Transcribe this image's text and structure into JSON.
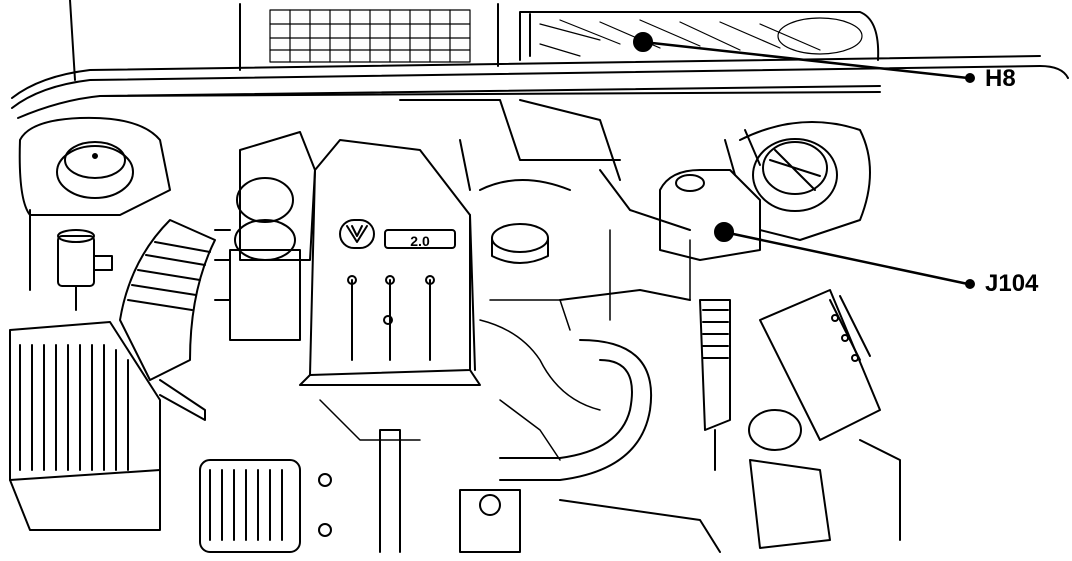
{
  "callouts": [
    {
      "id": "h8",
      "label": "H8"
    },
    {
      "id": "j104",
      "label": "J104"
    }
  ],
  "emblem": {
    "badge_text": "2.0"
  },
  "colors": {
    "ink": "#000000",
    "paper": "#ffffff"
  }
}
